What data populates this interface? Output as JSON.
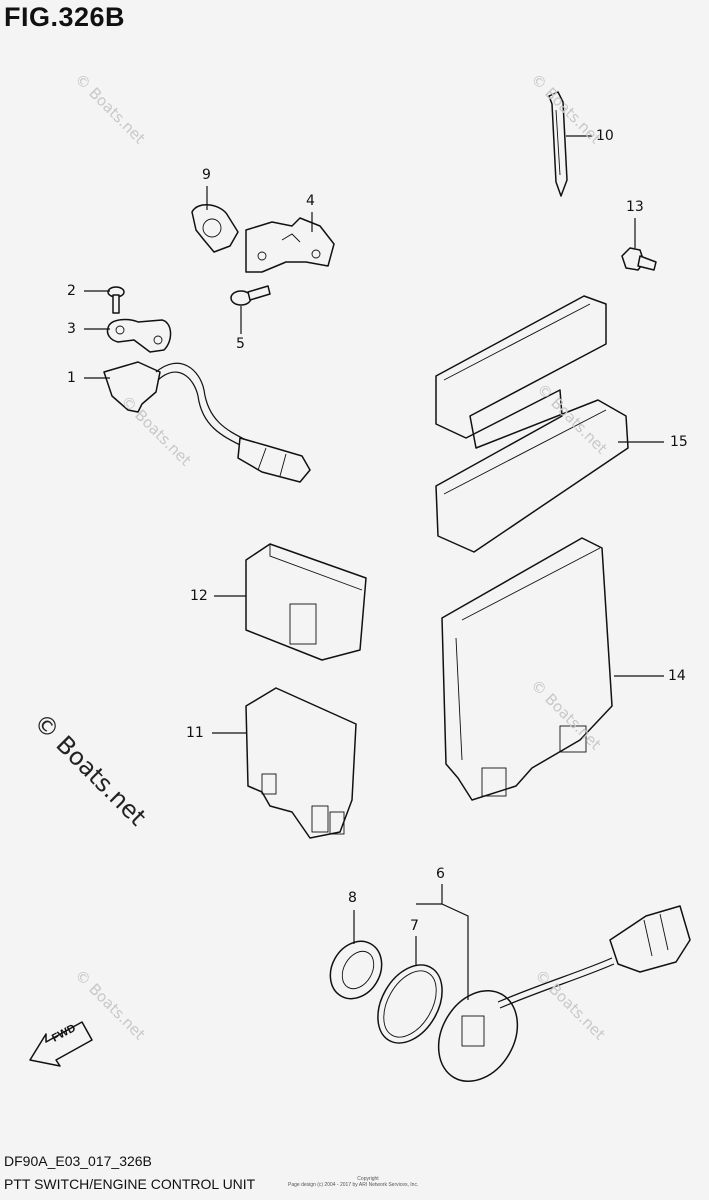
{
  "figure": {
    "title": "FIG.326B"
  },
  "callouts": [
    "1",
    "2",
    "3",
    "4",
    "5",
    "6",
    "7",
    "8",
    "9",
    "10",
    "11",
    "12",
    "13",
    "14",
    "15"
  ],
  "watermark": {
    "main": "© Boats.net",
    "faint": "© Boats.net"
  },
  "fwd_arrow": {
    "label": "FWD"
  },
  "footer": {
    "code": "DF90A_E03_017_326B",
    "name": "PTT SWITCH/ENGINE CONTROL UNIT",
    "copyright_title": "Copyright",
    "copyright_text": "Page design (c) 2004 - 2017 by ARI Network Services, Inc."
  }
}
